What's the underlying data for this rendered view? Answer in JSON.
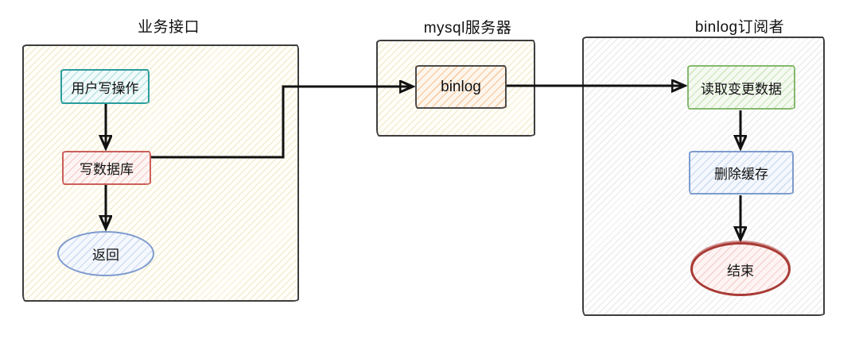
{
  "diagram": {
    "groups": [
      {
        "id": "business-api",
        "title": "业务接口"
      },
      {
        "id": "mysql-server",
        "title": "mysql服务器"
      },
      {
        "id": "binlog-subscriber",
        "title": "binlog订阅者"
      }
    ],
    "nodes": {
      "user_write": "用户写操作",
      "write_db": "写数据库",
      "return": "返回",
      "binlog": "binlog",
      "read_change": "读取变更数据",
      "delete_cache": "删除缓存",
      "end": "结束"
    },
    "colors": {
      "teal_border": "#2a9d9d",
      "red_border": "#cb5f5a",
      "blue_border": "#7e9bce",
      "green_border": "#85b96d",
      "orange_hatch": "#f5af6e",
      "end_red_border": "#a93b36",
      "container_border": "#3d3d3d",
      "arrow": "#111111"
    }
  }
}
